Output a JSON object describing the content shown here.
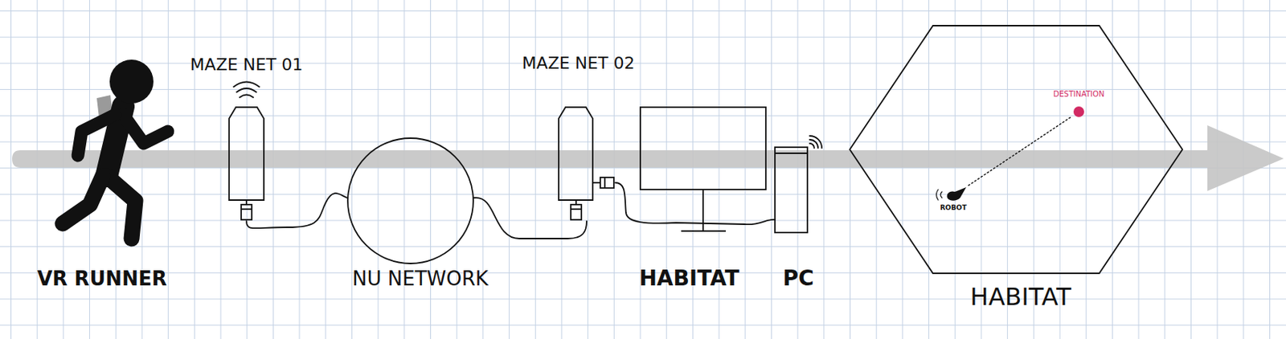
{
  "diagram": {
    "nodes": [
      {
        "text": [
          "VR RUNNER"
        ]
      },
      {
        "text": [
          "MAZE NET 01"
        ]
      },
      {
        "text": [
          "NU NETWORK"
        ]
      },
      {
        "text": [
          "MAZE NET 02"
        ]
      },
      {
        "text": [
          "HABITAT PC"
        ]
      },
      {
        "text": [
          "HABITAT"
        ]
      },
      {
        "text": [
          "ROBOT"
        ],
        "in": 5
      },
      {
        "text": [
          "DESTINATION"
        ],
        "in": 5
      }
    ],
    "edges": [
      {
        "from": 1,
        "to": 2,
        "arrow": "none"
      },
      {
        "from": 2,
        "to": 3,
        "arrow": "none"
      },
      {
        "from": 3,
        "to": 4,
        "arrow": "none"
      },
      {
        "from": 6,
        "to": 7,
        "arrow": "none"
      }
    ]
  }
}
